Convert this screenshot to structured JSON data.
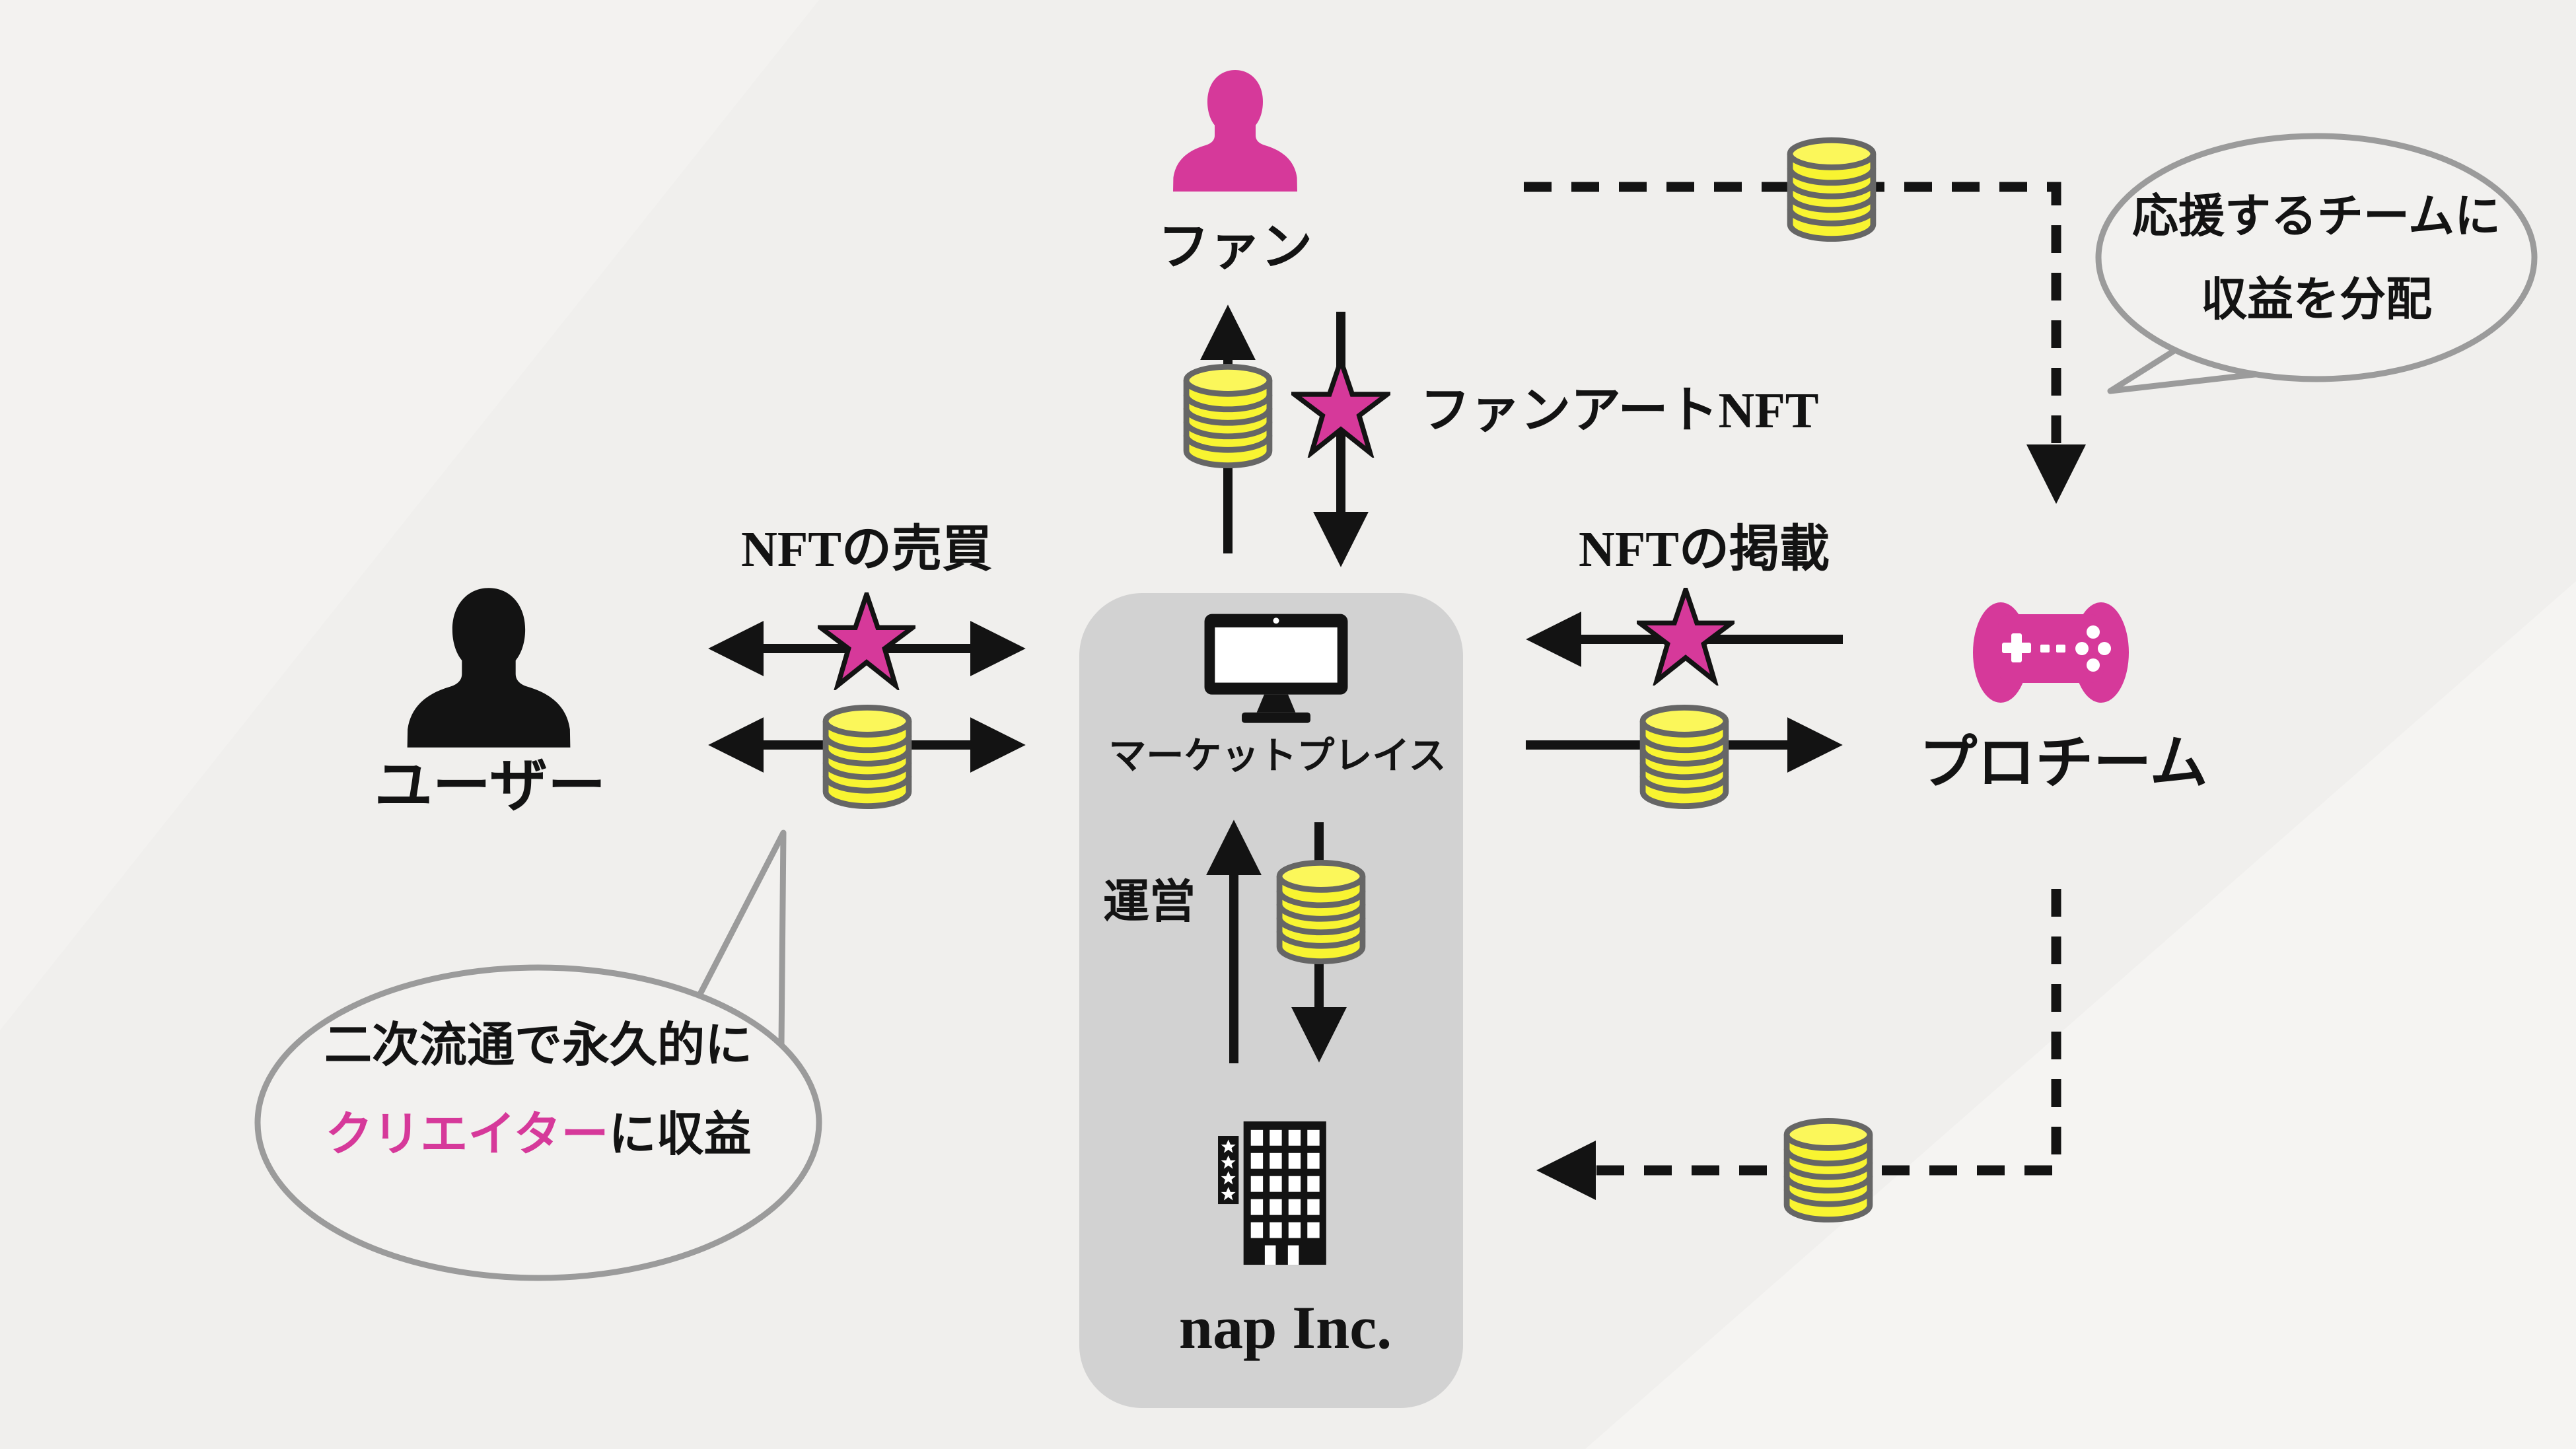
{
  "diagram_title": "NFT marketplace ecosystem diagram",
  "nodes": {
    "fan": {
      "label": "ファン",
      "icon": "person-icon",
      "color": "#d6399a"
    },
    "user": {
      "label": "ユーザー",
      "icon": "person-icon",
      "color": "#131313"
    },
    "pro_team": {
      "label": "プロチーム",
      "icon": "gamepad-icon",
      "color": "#d6399a"
    },
    "marketplace": {
      "label": "マーケットプレイス",
      "icon": "monitor-icon"
    },
    "nap": {
      "label": "nap Inc.",
      "icon": "building-icon"
    }
  },
  "edges": {
    "fan_art_nft": "ファンアートNFT",
    "nft_trading": "NFTの売買",
    "nft_listing": "NFTの掲載",
    "operation": "運営"
  },
  "callouts": {
    "team_share": {
      "line1": "応援するチームに",
      "line2": "収益を分配"
    },
    "creator_revenue": {
      "line1": "二次流通で永久的に",
      "highlight": "クリエイター",
      "rest": "に収益"
    }
  },
  "icons": {
    "currency": "coin-stack-icon",
    "nft": "star-icon"
  },
  "colors": {
    "background": "#f0efed",
    "panel": "#d2d2d2",
    "pink": "#d6399a",
    "yellow": "#f8f431",
    "yellow_top": "#fbf75a",
    "coin_outline": "#666666",
    "ink": "#131313",
    "bubble_border": "#9b9b9b",
    "bubble_fill": "#f2f1ef"
  }
}
